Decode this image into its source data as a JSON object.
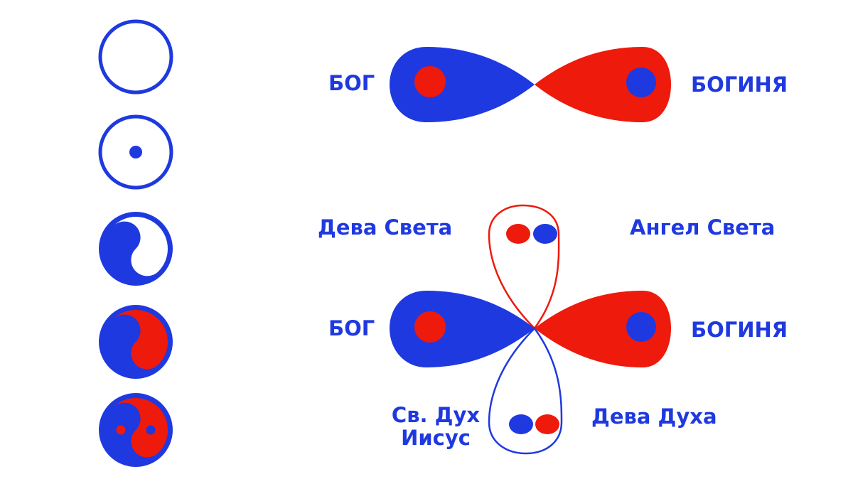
{
  "colors": {
    "blue": "#1f39e0",
    "red": "#ee1a0c",
    "background": "#ffffff"
  },
  "stages": [
    {
      "name": "empty-circle"
    },
    {
      "name": "circle-with-point"
    },
    {
      "name": "blue-half-circle"
    },
    {
      "name": "blue-red-yin-yang"
    },
    {
      "name": "full-yin-yang-with-dots"
    }
  ],
  "top_diagram": {
    "left_label": "БОГ",
    "right_label": "БОГИНЯ"
  },
  "bottom_diagram": {
    "left_label": "БОГ",
    "right_label": "БОГИНЯ",
    "top_left_label": "Дева Света",
    "top_right_label": "Ангел Света",
    "bottom_left_label_line1": "Св. Дух",
    "bottom_left_label_line2": "Иисус",
    "bottom_right_label": "Дева Духа"
  }
}
